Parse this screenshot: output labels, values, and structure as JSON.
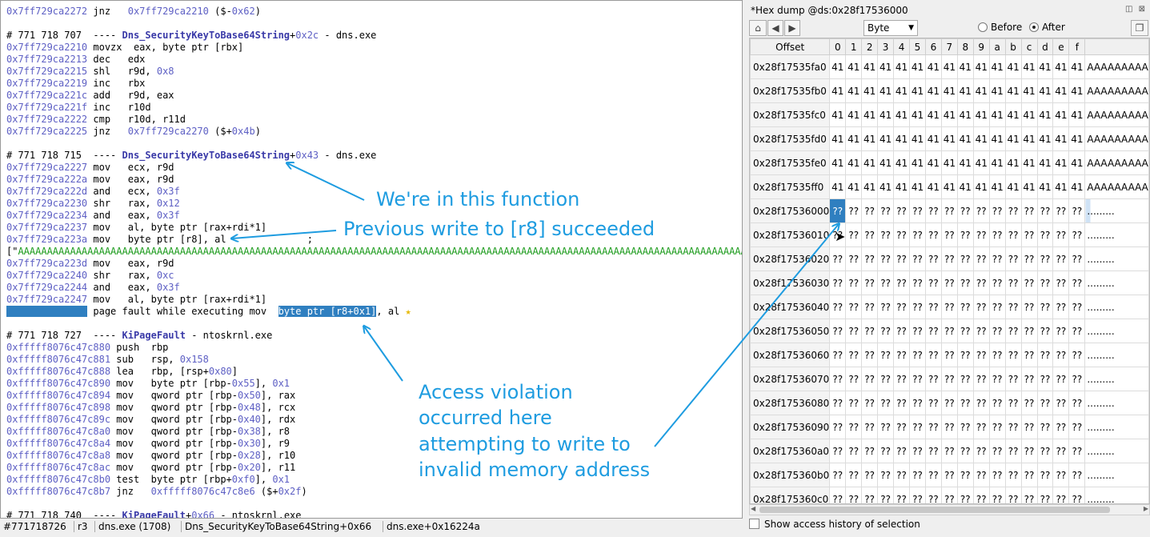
{
  "code": {
    "lines": [
      [
        [
          "0x7ff729ca2272",
          "addr"
        ],
        [
          " jnz   ",
          ""
        ],
        [
          "0x7ff729ca2210",
          "num"
        ],
        [
          " ($-",
          ""
        ],
        [
          "0x62",
          "num"
        ],
        [
          ")",
          ""
        ]
      ],
      [],
      [
        [
          "# 771 718 707  ---- ",
          ""
        ],
        [
          "Dns_SecurityKeyToBase64String",
          "fn"
        ],
        [
          "+",
          ""
        ],
        [
          "0x2c",
          "num"
        ],
        [
          " - dns.exe",
          ""
        ]
      ],
      [
        [
          "0x7ff729ca2210",
          "addr"
        ],
        [
          " movzx  eax, byte ptr [rbx]",
          ""
        ]
      ],
      [
        [
          "0x7ff729ca2213",
          "addr"
        ],
        [
          " dec   edx",
          ""
        ]
      ],
      [
        [
          "0x7ff729ca2215",
          "addr"
        ],
        [
          " shl   r9d, ",
          ""
        ],
        [
          "0x8",
          "num"
        ]
      ],
      [
        [
          "0x7ff729ca2219",
          "addr"
        ],
        [
          " inc   rbx",
          ""
        ]
      ],
      [
        [
          "0x7ff729ca221c",
          "addr"
        ],
        [
          " add   r9d, eax",
          ""
        ]
      ],
      [
        [
          "0x7ff729ca221f",
          "addr"
        ],
        [
          " inc   r10d",
          ""
        ]
      ],
      [
        [
          "0x7ff729ca2222",
          "addr"
        ],
        [
          " cmp   r10d, r11d",
          ""
        ]
      ],
      [
        [
          "0x7ff729ca2225",
          "addr"
        ],
        [
          " jnz   ",
          ""
        ],
        [
          "0x7ff729ca2270",
          "num"
        ],
        [
          " ($+",
          ""
        ],
        [
          "0x4b",
          "num"
        ],
        [
          ")",
          ""
        ]
      ],
      [],
      [
        [
          "# 771 718 715  ---- ",
          ""
        ],
        [
          "Dns_SecurityKeyToBase64String",
          "fn"
        ],
        [
          "+",
          ""
        ],
        [
          "0x43",
          "num"
        ],
        [
          " - dns.exe",
          ""
        ]
      ],
      [
        [
          "0x7ff729ca2227",
          "addr"
        ],
        [
          " mov   ecx, r9d",
          ""
        ]
      ],
      [
        [
          "0x7ff729ca222a",
          "addr"
        ],
        [
          " mov   eax, r9d",
          ""
        ]
      ],
      [
        [
          "0x7ff729ca222d",
          "addr"
        ],
        [
          " and   ecx, ",
          ""
        ],
        [
          "0x3f",
          "num"
        ]
      ],
      [
        [
          "0x7ff729ca2230",
          "addr"
        ],
        [
          " shr   rax, ",
          ""
        ],
        [
          "0x12",
          "num"
        ]
      ],
      [
        [
          "0x7ff729ca2234",
          "addr"
        ],
        [
          " and   eax, ",
          ""
        ],
        [
          "0x3f",
          "num"
        ]
      ],
      [
        [
          "0x7ff729ca2237",
          "addr"
        ],
        [
          " mov   al, byte ptr [rax+rdi*1]",
          ""
        ]
      ],
      [
        [
          "0x7ff729ca223a",
          "addr"
        ],
        [
          " mov   byte ptr [r8], al              ;",
          ""
        ]
      ],
      [
        [
          "[\"",
          ""
        ],
        [
          "AAAAAAAAAAAAAAAAAAAAAAAAAAAAAAAAAAAAAAAAAAAAAAAAAAAAAAAAAAAAAAAAAAAAAAAAAAAAAAAAAAAAAAAAAAAAAAAAAAAAAAAAAAAAAAAAAAAAAAAAAAAAAAAAAAAAA",
          "green"
        ],
        [
          "A",
          "red"
        ],
        [
          "\"]",
          ""
        ]
      ],
      [
        [
          "0x7ff729ca223d",
          "addr"
        ],
        [
          " mov   eax, r9d",
          ""
        ]
      ],
      [
        [
          "0x7ff729ca2240",
          "addr"
        ],
        [
          " shr   rax, ",
          ""
        ],
        [
          "0xc",
          "num"
        ]
      ],
      [
        [
          "0x7ff729ca2244",
          "addr"
        ],
        [
          " and   eax, ",
          ""
        ],
        [
          "0x3f",
          "num"
        ]
      ],
      [
        [
          "0x7ff729ca2247",
          "addr"
        ],
        [
          " mov   al, byte ptr [rax+rdi*1]",
          ""
        ]
      ],
      [
        [
          "              ",
          "hl"
        ],
        [
          " page fault while executing mov  ",
          ""
        ],
        [
          "byte ptr [r8+0x1]",
          "hl"
        ],
        [
          ", al ",
          ""
        ],
        [
          "★",
          "star"
        ]
      ],
      [],
      [
        [
          "# 771 718 727  ---- ",
          ""
        ],
        [
          "KiPageFault",
          "fn"
        ],
        [
          " - ntoskrnl.exe",
          ""
        ]
      ],
      [
        [
          "0xfffff8076c47c880",
          "addr"
        ],
        [
          " push  rbp",
          ""
        ]
      ],
      [
        [
          "0xfffff8076c47c881",
          "addr"
        ],
        [
          " sub   rsp, ",
          ""
        ],
        [
          "0x158",
          "num"
        ]
      ],
      [
        [
          "0xfffff8076c47c888",
          "addr"
        ],
        [
          " lea   rbp, [rsp+",
          ""
        ],
        [
          "0x80",
          "num"
        ],
        [
          "]",
          ""
        ]
      ],
      [
        [
          "0xfffff8076c47c890",
          "addr"
        ],
        [
          " mov   byte ptr [rbp-",
          ""
        ],
        [
          "0x55",
          "num"
        ],
        [
          "], ",
          ""
        ],
        [
          "0x1",
          "num"
        ]
      ],
      [
        [
          "0xfffff8076c47c894",
          "addr"
        ],
        [
          " mov   qword ptr [rbp-",
          ""
        ],
        [
          "0x50",
          "num"
        ],
        [
          "], rax",
          ""
        ]
      ],
      [
        [
          "0xfffff8076c47c898",
          "addr"
        ],
        [
          " mov   qword ptr [rbp-",
          ""
        ],
        [
          "0x48",
          "num"
        ],
        [
          "], rcx",
          ""
        ]
      ],
      [
        [
          "0xfffff8076c47c89c",
          "addr"
        ],
        [
          " mov   qword ptr [rbp-",
          ""
        ],
        [
          "0x40",
          "num"
        ],
        [
          "], rdx",
          ""
        ]
      ],
      [
        [
          "0xfffff8076c47c8a0",
          "addr"
        ],
        [
          " mov   qword ptr [rbp-",
          ""
        ],
        [
          "0x38",
          "num"
        ],
        [
          "], r8",
          ""
        ]
      ],
      [
        [
          "0xfffff8076c47c8a4",
          "addr"
        ],
        [
          " mov   qword ptr [rbp-",
          ""
        ],
        [
          "0x30",
          "num"
        ],
        [
          "], r9",
          ""
        ]
      ],
      [
        [
          "0xfffff8076c47c8a8",
          "addr"
        ],
        [
          " mov   qword ptr [rbp-",
          ""
        ],
        [
          "0x28",
          "num"
        ],
        [
          "], r10",
          ""
        ]
      ],
      [
        [
          "0xfffff8076c47c8ac",
          "addr"
        ],
        [
          " mov   qword ptr [rbp-",
          ""
        ],
        [
          "0x20",
          "num"
        ],
        [
          "], r11",
          ""
        ]
      ],
      [
        [
          "0xfffff8076c47c8b0",
          "addr"
        ],
        [
          " test  byte ptr [rbp+",
          ""
        ],
        [
          "0xf0",
          "num"
        ],
        [
          "], ",
          ""
        ],
        [
          "0x1",
          "num"
        ]
      ],
      [
        [
          "0xfffff8076c47c8b7",
          "addr"
        ],
        [
          " jnz   ",
          ""
        ],
        [
          "0xfffff8076c47c8e6",
          "num"
        ],
        [
          " ($+",
          ""
        ],
        [
          "0x2f",
          "num"
        ],
        [
          ")",
          ""
        ]
      ],
      [],
      [
        [
          "# 771 718 740  ---- ",
          ""
        ],
        [
          "KiPageFault",
          "fn"
        ],
        [
          "+",
          ""
        ],
        [
          "0x66",
          "num"
        ],
        [
          " - ntoskrnl.exe",
          ""
        ]
      ]
    ]
  },
  "status": {
    "position": "#771718726",
    "register": "r3",
    "process": "dns.exe (1708)",
    "symbol": "Dns_SecurityKeyToBase64String+0x66",
    "module": "dns.exe+0x16224a"
  },
  "hexdump": {
    "title": "*Hex dump @ds:0x28f17536000",
    "window_icons": "◫ ⊠",
    "nav_back": "◀",
    "nav_forward": "▶",
    "home_icon": "⌂",
    "copy_icon": "❐",
    "unit": "Byte",
    "unit_caret": "▼",
    "before_label": "Before",
    "after_label": "After",
    "offset_header": "Offset",
    "col_headers": [
      "0",
      "1",
      "2",
      "3",
      "4",
      "5",
      "6",
      "7",
      "8",
      "9",
      "a",
      "b",
      "c",
      "d",
      "e",
      "f"
    ],
    "rows": [
      {
        "offset": "0x28f17535fa0",
        "bytes": [
          "41",
          "41",
          "41",
          "41",
          "41",
          "41",
          "41",
          "41",
          "41",
          "41",
          "41",
          "41",
          "41",
          "41",
          "41",
          "41"
        ],
        "ascii": "AAAAAAAAA"
      },
      {
        "offset": "0x28f17535fb0",
        "bytes": [
          "41",
          "41",
          "41",
          "41",
          "41",
          "41",
          "41",
          "41",
          "41",
          "41",
          "41",
          "41",
          "41",
          "41",
          "41",
          "41"
        ],
        "ascii": "AAAAAAAAA"
      },
      {
        "offset": "0x28f17535fc0",
        "bytes": [
          "41",
          "41",
          "41",
          "41",
          "41",
          "41",
          "41",
          "41",
          "41",
          "41",
          "41",
          "41",
          "41",
          "41",
          "41",
          "41"
        ],
        "ascii": "AAAAAAAAA"
      },
      {
        "offset": "0x28f17535fd0",
        "bytes": [
          "41",
          "41",
          "41",
          "41",
          "41",
          "41",
          "41",
          "41",
          "41",
          "41",
          "41",
          "41",
          "41",
          "41",
          "41",
          "41"
        ],
        "ascii": "AAAAAAAAA"
      },
      {
        "offset": "0x28f17535fe0",
        "bytes": [
          "41",
          "41",
          "41",
          "41",
          "41",
          "41",
          "41",
          "41",
          "41",
          "41",
          "41",
          "41",
          "41",
          "41",
          "41",
          "41"
        ],
        "ascii": "AAAAAAAAA"
      },
      {
        "offset": "0x28f17535ff0",
        "bytes": [
          "41",
          "41",
          "41",
          "41",
          "41",
          "41",
          "41",
          "41",
          "41",
          "41",
          "41",
          "41",
          "41",
          "41",
          "41",
          "41"
        ],
        "ascii": "AAAAAAAAA"
      },
      {
        "offset": "0x28f17536000",
        "bytes": [
          "??",
          "??",
          "??",
          "??",
          "??",
          "??",
          "??",
          "??",
          "??",
          "??",
          "??",
          "??",
          "??",
          "??",
          "??",
          "??"
        ],
        "ascii": ".........",
        "selected": true
      },
      {
        "offset": "0x28f17536010",
        "bytes": [
          "??",
          "??",
          "??",
          "??",
          "??",
          "??",
          "??",
          "??",
          "??",
          "??",
          "??",
          "??",
          "??",
          "??",
          "??",
          "??"
        ],
        "ascii": "........."
      },
      {
        "offset": "0x28f17536020",
        "bytes": [
          "??",
          "??",
          "??",
          "??",
          "??",
          "??",
          "??",
          "??",
          "??",
          "??",
          "??",
          "??",
          "??",
          "??",
          "??",
          "??"
        ],
        "ascii": "........."
      },
      {
        "offset": "0x28f17536030",
        "bytes": [
          "??",
          "??",
          "??",
          "??",
          "??",
          "??",
          "??",
          "??",
          "??",
          "??",
          "??",
          "??",
          "??",
          "??",
          "??",
          "??"
        ],
        "ascii": "........."
      },
      {
        "offset": "0x28f17536040",
        "bytes": [
          "??",
          "??",
          "??",
          "??",
          "??",
          "??",
          "??",
          "??",
          "??",
          "??",
          "??",
          "??",
          "??",
          "??",
          "??",
          "??"
        ],
        "ascii": "........."
      },
      {
        "offset": "0x28f17536050",
        "bytes": [
          "??",
          "??",
          "??",
          "??",
          "??",
          "??",
          "??",
          "??",
          "??",
          "??",
          "??",
          "??",
          "??",
          "??",
          "??",
          "??"
        ],
        "ascii": "........."
      },
      {
        "offset": "0x28f17536060",
        "bytes": [
          "??",
          "??",
          "??",
          "??",
          "??",
          "??",
          "??",
          "??",
          "??",
          "??",
          "??",
          "??",
          "??",
          "??",
          "??",
          "??"
        ],
        "ascii": "........."
      },
      {
        "offset": "0x28f17536070",
        "bytes": [
          "??",
          "??",
          "??",
          "??",
          "??",
          "??",
          "??",
          "??",
          "??",
          "??",
          "??",
          "??",
          "??",
          "??",
          "??",
          "??"
        ],
        "ascii": "........."
      },
      {
        "offset": "0x28f17536080",
        "bytes": [
          "??",
          "??",
          "??",
          "??",
          "??",
          "??",
          "??",
          "??",
          "??",
          "??",
          "??",
          "??",
          "??",
          "??",
          "??",
          "??"
        ],
        "ascii": "........."
      },
      {
        "offset": "0x28f17536090",
        "bytes": [
          "??",
          "??",
          "??",
          "??",
          "??",
          "??",
          "??",
          "??",
          "??",
          "??",
          "??",
          "??",
          "??",
          "??",
          "??",
          "??"
        ],
        "ascii": "........."
      },
      {
        "offset": "0x28f175360a0",
        "bytes": [
          "??",
          "??",
          "??",
          "??",
          "??",
          "??",
          "??",
          "??",
          "??",
          "??",
          "??",
          "??",
          "??",
          "??",
          "??",
          "??"
        ],
        "ascii": "........."
      },
      {
        "offset": "0x28f175360b0",
        "bytes": [
          "??",
          "??",
          "??",
          "??",
          "??",
          "??",
          "??",
          "??",
          "??",
          "??",
          "??",
          "??",
          "??",
          "??",
          "??",
          "??"
        ],
        "ascii": "........."
      },
      {
        "offset": "0x28f175360c0",
        "bytes": [
          "??",
          "??",
          "??",
          "??",
          "??",
          "??",
          "??",
          "??",
          "??",
          "??",
          "??",
          "??",
          "??",
          "??",
          "??",
          "??"
        ],
        "ascii": "........."
      }
    ],
    "show_history_label": "Show access history of selection"
  },
  "annotations": {
    "function": "We're in this function",
    "previous_write": "Previous write to [r8] succeeded",
    "access_violation_1": "Access violation",
    "access_violation_2": "occurred here",
    "access_violation_3": "attempting to write to",
    "access_violation_4": "invalid memory address",
    "color": "#1e9ce0"
  }
}
